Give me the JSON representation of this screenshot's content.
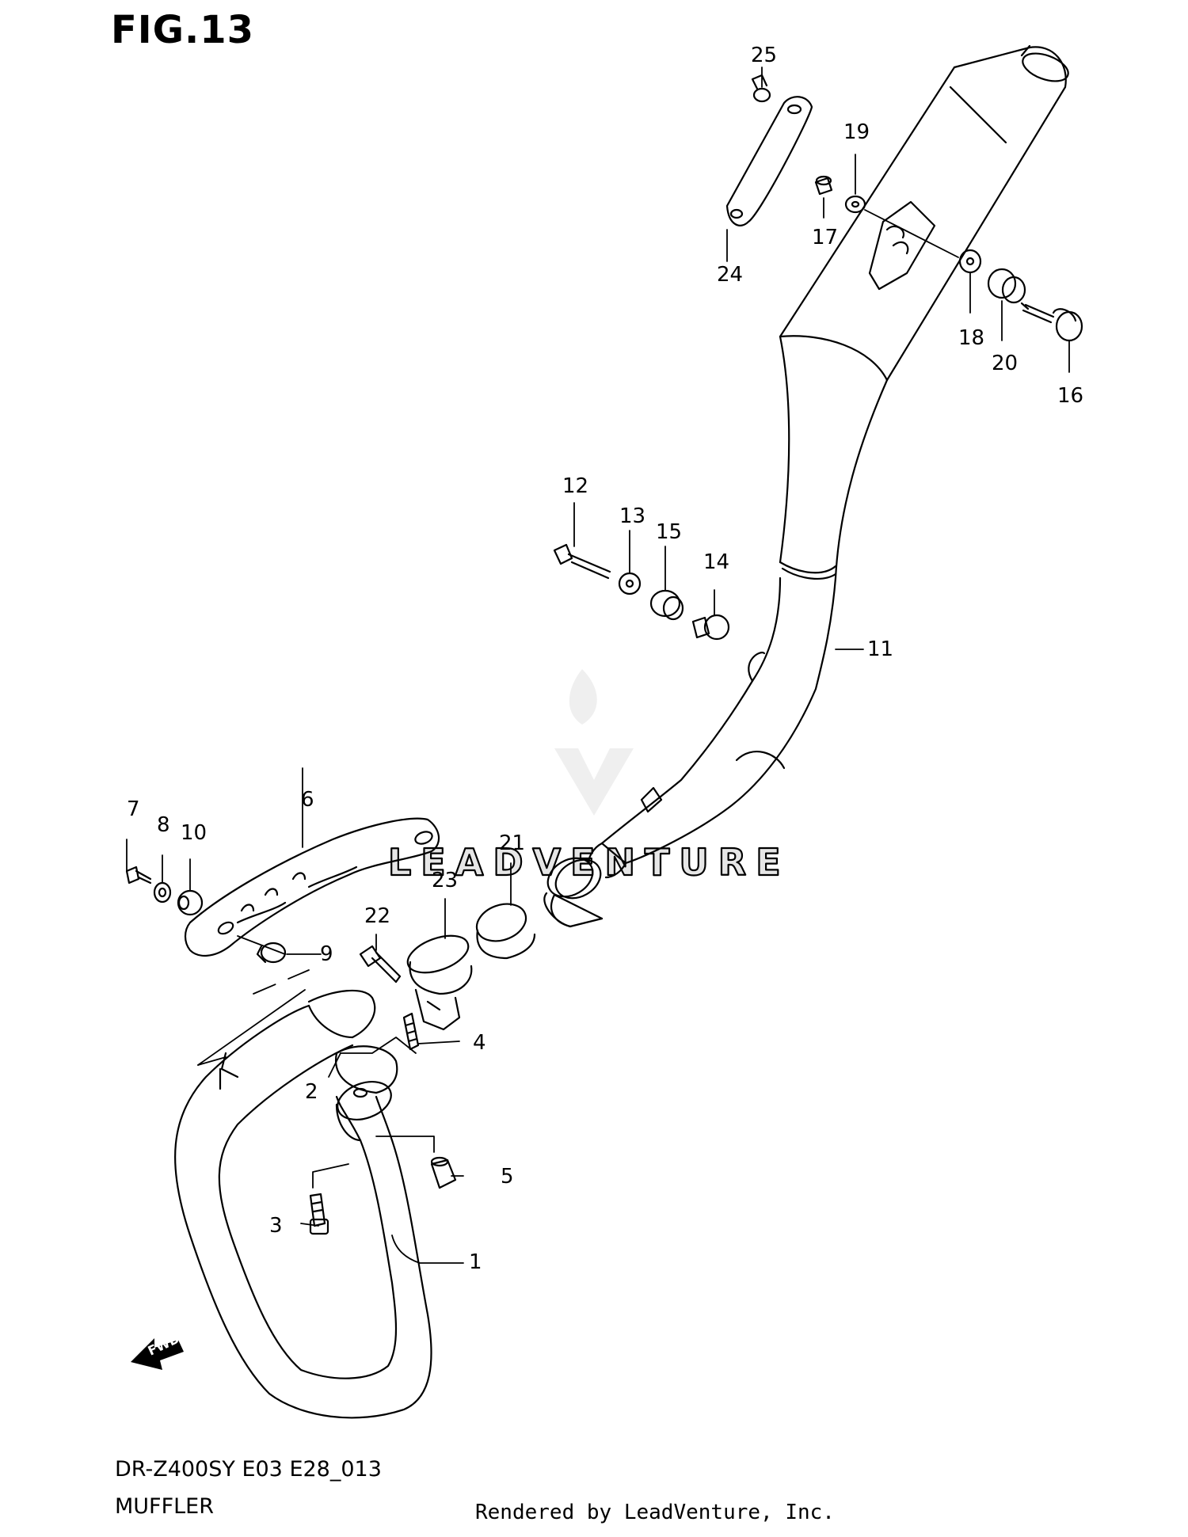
{
  "figure": {
    "title": "FIG.13",
    "model_code": "DR-Z400SY E03 E28_013",
    "section_name": "MUFFLER",
    "rendered_by": "Rendered by LeadVenture, Inc.",
    "watermark_text": "LEADVENTURE",
    "fwd_label": "FWD"
  },
  "callouts": [
    "1",
    "2",
    "3",
    "4",
    "5",
    "6",
    "7",
    "8",
    "9",
    "10",
    "11",
    "12",
    "13",
    "14",
    "15",
    "16",
    "17",
    "18",
    "19",
    "20",
    "21",
    "22",
    "23",
    "24",
    "25"
  ],
  "colors": {
    "line": "#000000",
    "watermark": "#e6e6e6",
    "background": "#ffffff"
  }
}
